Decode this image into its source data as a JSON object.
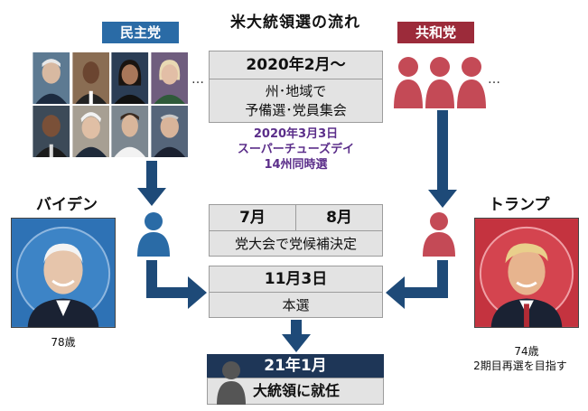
{
  "title": "米大統領選の流れ",
  "dem_label": "民主党",
  "rep_label": "共和党",
  "ellipsis": "…",
  "timeline": {
    "feb_head": "2020年2月～",
    "feb_body1": "州･地域で",
    "feb_body2": "予備選･党員集会",
    "super_tuesday1": "2020年3月3日",
    "super_tuesday2": "スーパーチューズデイ",
    "super_tuesday3": "14州同時選",
    "july": "7月",
    "aug": "8月",
    "convention": "党大会で党候補決定",
    "election_head": "11月3日",
    "election_body": "本選",
    "inaug_head": "21年1月",
    "inaug_body": "大統領に就任"
  },
  "biden": {
    "name": "バイデン",
    "age": "78歳"
  },
  "trump": {
    "name": "トランプ",
    "age": "74歳",
    "note": "2期目再選を目指す"
  },
  "colors": {
    "dem": "#2a6ba6",
    "rep": "#9c2b3a",
    "rep_light": "#c44a56",
    "navy": "#1e3657",
    "purple": "#5b2e8a"
  }
}
